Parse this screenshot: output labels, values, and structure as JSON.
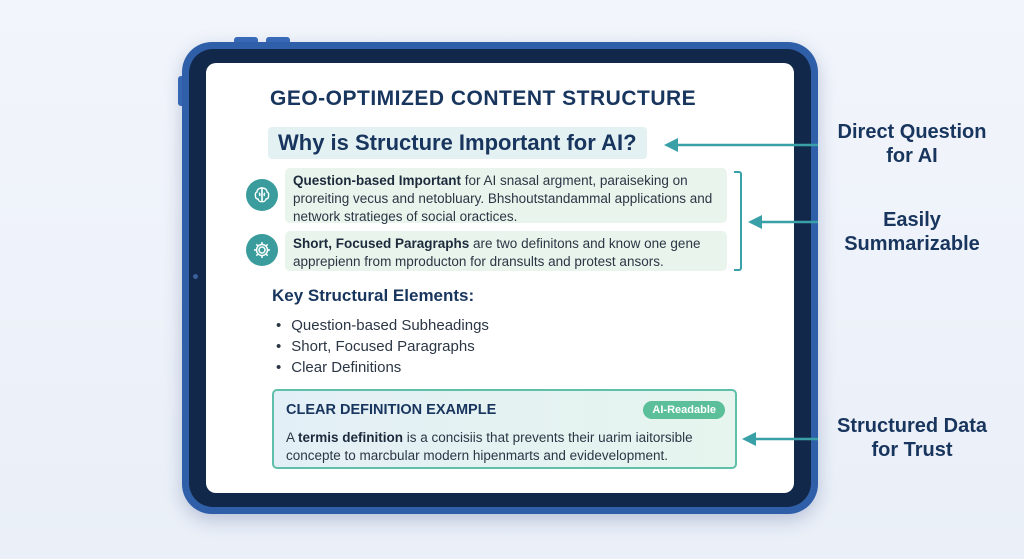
{
  "screen": {
    "title": "GEO-OPTIMIZED CONTENT STRUCTURE",
    "question": "Why is Structure Important for AI?",
    "paragraphs": [
      {
        "bold": "Question-based Important",
        "text": " for AI snasal argment, paraiseking on proreiting vecus and netobluary. Bhshoutstandammal applications and network stratieges of social oractices.",
        "icon": "brain-icon"
      },
      {
        "bold": "Short, Focused Paragraphs",
        "text": " are two definitons and know one gene apprepienn from mproducton for dransults and protest ansors.",
        "icon": "gear-icon"
      }
    ],
    "key_heading": "Key Structural Elements:",
    "key_items": [
      "Question-based Subheadings",
      "Short, Focused Paragraphs",
      "Clear Definitions"
    ],
    "definition": {
      "title": "CLEAR DEFINITION EXAMPLE",
      "badge": "AI-Readable",
      "lead": "A ",
      "bold": "termis definition",
      "text": " is a concisiis that prevents their uarim iaitorsible concepte to marcbular modern hipenmarts and evidevelopment."
    }
  },
  "annotations": [
    {
      "line1": "Direct Question",
      "line2": "for AI"
    },
    {
      "line1": "Easily",
      "line2": "Summarizable"
    },
    {
      "line1": "Structured Data",
      "line2": "for Trust"
    }
  ],
  "colors": {
    "frame": "#2f5fa8",
    "navy_text": "#18355e",
    "teal_accent": "#39a0a8",
    "badge_green": "#5bbf9a"
  }
}
